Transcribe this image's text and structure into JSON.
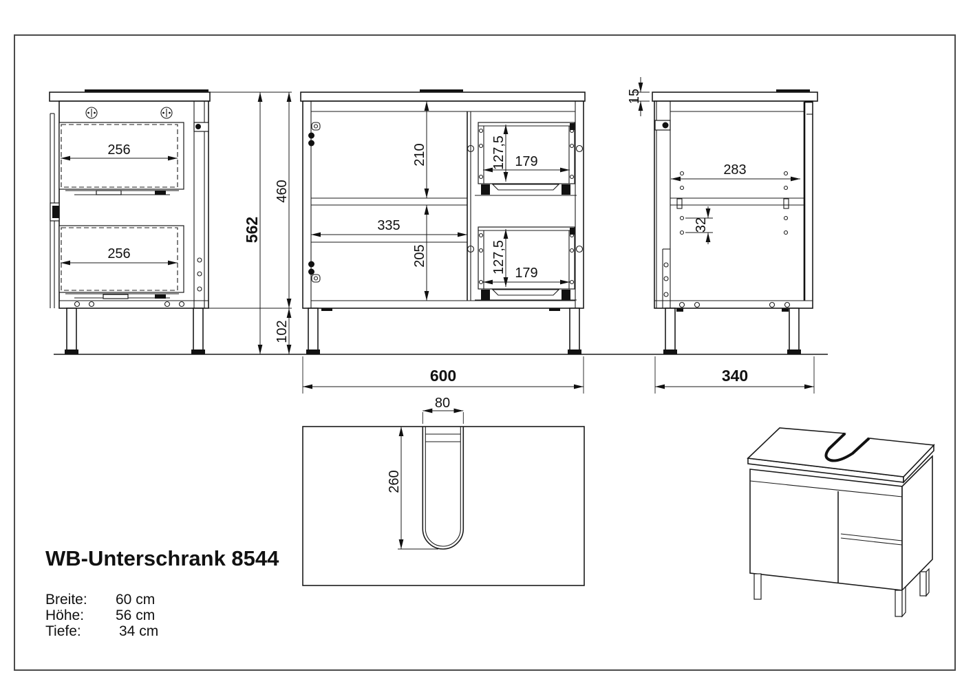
{
  "title": "WB-Unterschrank 8544",
  "specs": [
    {
      "label": "Breite:",
      "value": "60 cm"
    },
    {
      "label": "Höhe:",
      "value": "56 cm"
    },
    {
      "label": "Tiefe:",
      "value": "34 cm"
    }
  ],
  "dims": {
    "left_drawer_top": "256",
    "left_drawer_bottom": "256",
    "total_height": "562",
    "carcass_height": "460",
    "leg_height": "102",
    "door_opening_height": "210",
    "lower_opening_height": "205",
    "opening_width": "335",
    "drawer1_height": "127,5",
    "drawer1_width": "179",
    "drawer2_height": "127,5",
    "drawer2_width": "179",
    "total_width": "600",
    "top_thickness": "15",
    "shelf_depth": "283",
    "hole_pitch": "32",
    "total_depth": "340",
    "cutout_width": "80",
    "cutout_depth": "260"
  }
}
